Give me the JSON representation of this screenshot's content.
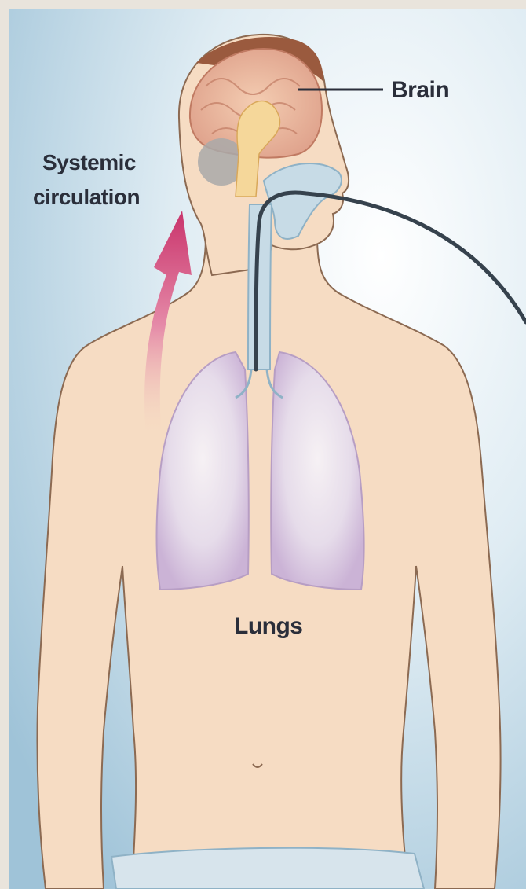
{
  "labels": {
    "brain": "Brain",
    "systemic_line1": "Systemic",
    "systemic_line2": "circulation",
    "lungs": "Lungs"
  },
  "colors": {
    "background_light": "#ffffff",
    "background_blue": "#9fc3d8",
    "skin": "#f6dcc3",
    "skin_outline": "#8c6a52",
    "brain": "#e8b89a",
    "brain_outline": "#c07a62",
    "lungs": "#d6c2dd",
    "airway": "#c7dbe6",
    "tube": "#36424d",
    "arrow": "#c9336b",
    "label_text": "#2a2e3a"
  },
  "icons": {
    "circulation_arrow": "arrow-up-curved",
    "nasal_tube": "tube-line"
  }
}
